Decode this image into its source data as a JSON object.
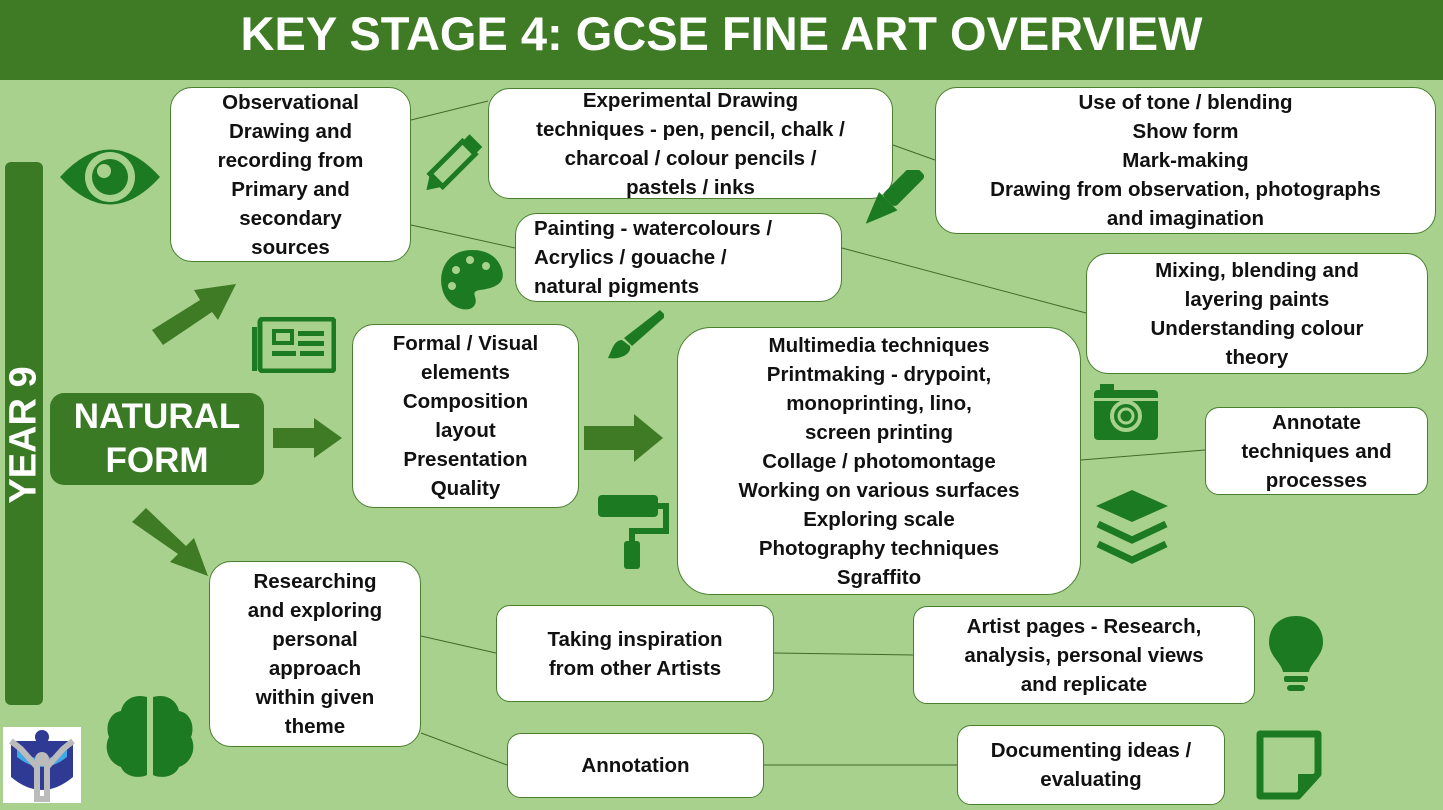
{
  "title": "KEY STAGE 4: GCSE FINE ART OVERVIEW",
  "year": "YEAR 9",
  "theme": "NATURAL\nFORM",
  "boxes": {
    "observational": "Observational\nDrawing and\nrecording from\nPrimary and\nsecondary\nsources",
    "experimental": "Experimental Drawing\ntechniques - pen, pencil, chalk /\ncharcoal / colour pencils /\npastels / inks",
    "tone": "Use of tone / blending\nShow form\nMark-making\nDrawing from observation, photographs\nand imagination",
    "painting": "Painting - watercolours /\nAcrylics / gouache /\nnatural pigments",
    "mixing": "Mixing, blending and\nlayering paints\nUnderstanding colour\ntheory",
    "formal": "Formal / Visual\nelements\nComposition\nlayout\nPresentation\nQuality",
    "multimedia": "Multimedia techniques\nPrintmaking - drypoint,\nmonoprinting, lino,\nscreen printing\nCollage / photomontage\nWorking on various surfaces\nExploring scale\nPhotography techniques\nSgraffito",
    "annotate": "Annotate\ntechniques and\nprocesses",
    "researching": "Researching\nand exploring\npersonal\napproach\nwithin given\ntheme",
    "inspiration": "Taking inspiration\nfrom other Artists",
    "artist_pages": "Artist pages - Research,\nanalysis, personal views\nand replicate",
    "annotation": "Annotation",
    "documenting": "Documenting ideas /\nevaluating"
  },
  "colors": {
    "header": "#3f7b24",
    "background": "#a9d18e",
    "dark": "#3b7a24",
    "icon": "#1b7a22"
  }
}
